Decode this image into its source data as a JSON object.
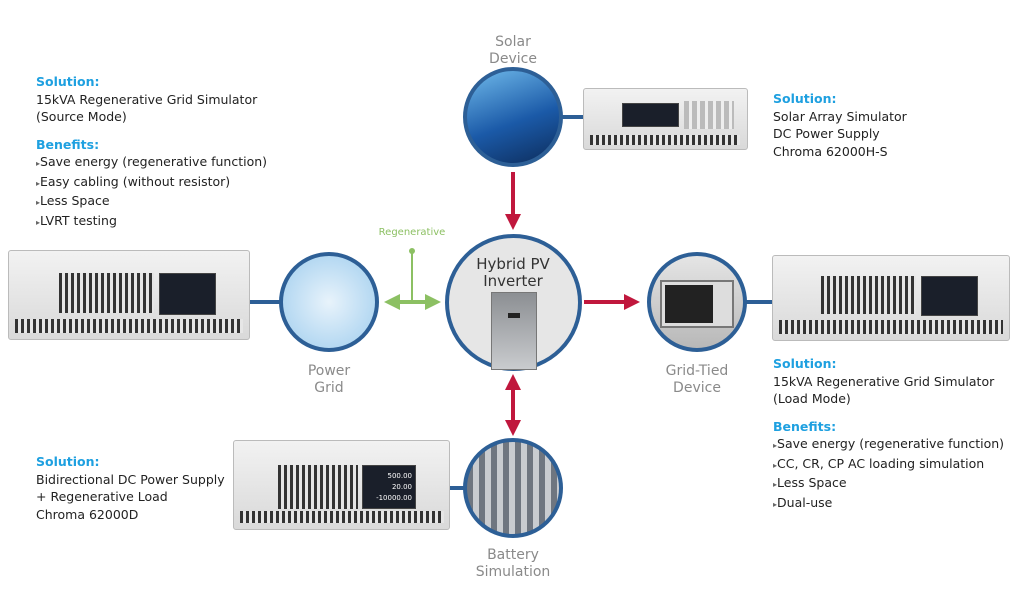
{
  "colors": {
    "heading": "#1ea0e0",
    "circle_border": "#2d5f96",
    "arrow_red": "#c0173d",
    "arrow_green": "#8cc063",
    "label_gray": "#8a8a8a"
  },
  "nodes": {
    "solar": {
      "label_line1": "Solar",
      "label_line2": "Device"
    },
    "grid": {
      "label_line1": "Power",
      "label_line2": "Grid"
    },
    "inverter": {
      "label_line1": "Hybrid PV",
      "label_line2": "Inverter"
    },
    "grid_tied": {
      "label_line1": "Grid-Tied",
      "label_line2": "Device"
    },
    "battery": {
      "label_line1": "Battery",
      "label_line2": "Simulation"
    }
  },
  "regenerative_label": "Regenerative",
  "blocks": {
    "top_left": {
      "solution_heading": "Solution:",
      "solution_lines": [
        "15kVA Regenerative Grid Simulator",
        "(Source Mode)"
      ],
      "benefits_heading": "Benefits:",
      "benefits": [
        "Save energy (regenerative function)",
        "Easy cabling (without resistor)",
        "Less Space",
        "LVRT testing"
      ]
    },
    "top_right": {
      "solution_heading": "Solution:",
      "solution_lines": [
        "Solar Array Simulator",
        "DC Power Supply",
        "Chroma 62000H-S"
      ]
    },
    "right": {
      "solution_heading": "Solution:",
      "solution_lines": [
        "15kVA Regenerative Grid Simulator",
        "(Load Mode)"
      ],
      "benefits_heading": "Benefits:",
      "benefits": [
        "Save energy (regenerative function)",
        "CC, CR, CP AC loading simulation",
        "Less Space",
        "Dual-use"
      ]
    },
    "bottom_left": {
      "solution_heading": "Solution:",
      "solution_lines": [
        "Bidirectional DC Power Supply",
        "+ Regenerative Load",
        "Chroma 62000D"
      ]
    }
  },
  "display_readouts": [
    "500.00",
    "20.00",
    "-10000.00"
  ]
}
